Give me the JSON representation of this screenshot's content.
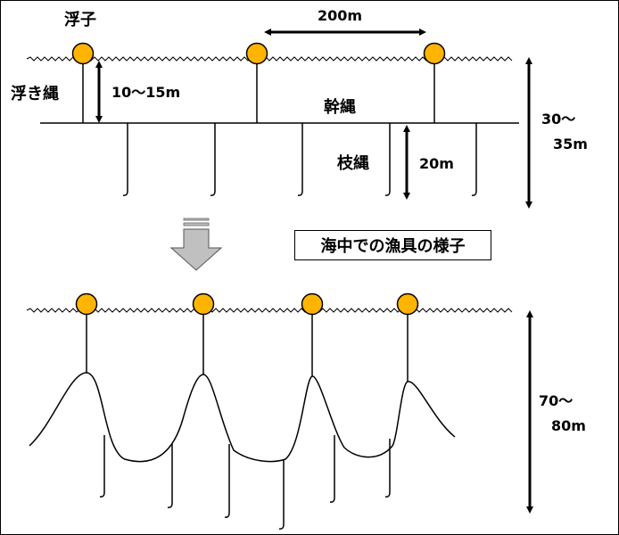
{
  "labels": {
    "float": "浮子",
    "float_line": "浮き縄",
    "float_line_length": "10～15m",
    "spacing": "200m",
    "main_line": "幹縄",
    "branch_line": "枝縄",
    "branch_length": "20m",
    "depth_top_1": "30～",
    "depth_top_2": "35m",
    "underwater_caption": "海中での漁具の様子",
    "depth_bottom_1": "70～",
    "depth_bottom_2": "80m"
  },
  "colors": {
    "float_fill": "#ffb400",
    "float_stroke": "#000000",
    "arrow_fill": "#c0c0c0"
  },
  "icons": {
    "float": "float-ball-icon",
    "hook": "hook-icon",
    "transition_arrow": "down-arrow-icon"
  }
}
